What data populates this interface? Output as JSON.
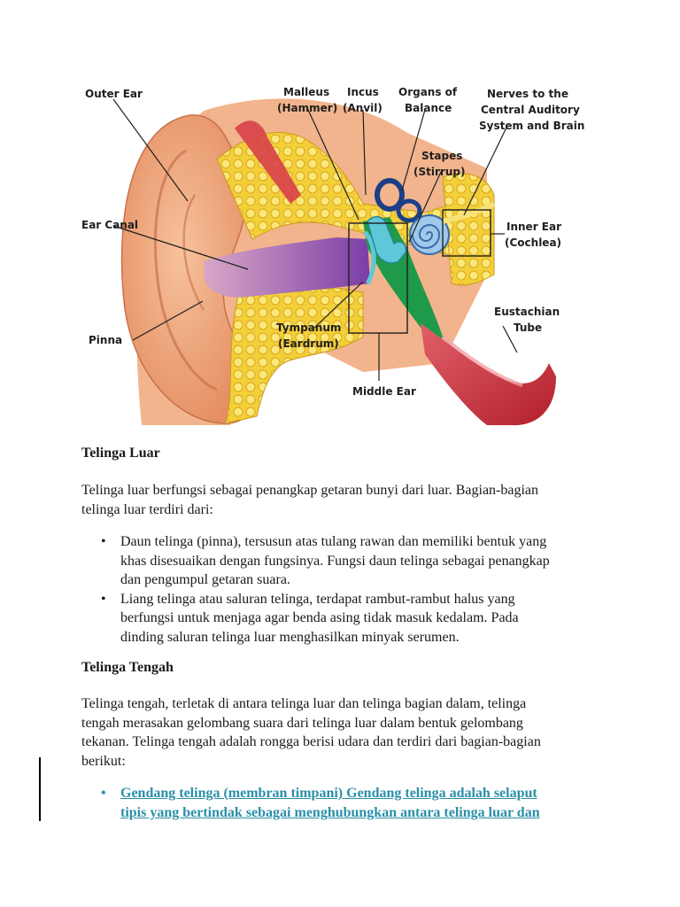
{
  "figure": {
    "labels": {
      "outer_ear": "Outer Ear",
      "malleus": "Malleus",
      "hammer": "(Hammer)",
      "incus": "Incus",
      "anvil": "(Anvil)",
      "organs_of": "Organs of",
      "balance": "Balance",
      "nerves1": "Nerves to the",
      "nerves2": "Central Auditory",
      "nerves3": "System and Brain",
      "stapes": "Stapes",
      "stirrup": "(Stirrup)",
      "ear_canal": "Ear Canal",
      "inner_ear": "Inner Ear",
      "cochlea": "(Cochlea)",
      "eustachian": "Eustachian",
      "tube": "Tube",
      "pinna": "Pinna",
      "tympanum": "Tympanum",
      "eardrum": "(Eardrum)",
      "middle_ear": "Middle Ear"
    }
  },
  "sections": {
    "outer": {
      "title": "Telinga Luar",
      "para_line1": "Telinga luar berfungsi sebagai penangkap getaran bunyi dari luar. Bagian-bagian",
      "para_line2": "telinga luar terdiri dari:",
      "bullets": [
        {
          "line1": "Daun telinga (pinna), tersusun atas tulang rawan dan memiliki bentuk yang",
          "line2": "khas disesuaikan dengan fungsinya. Fungsi daun telinga sebagai penangkap",
          "line3": "dan pengumpul getaran suara."
        },
        {
          "line1": "Liang telinga atau saluran telinga, terdapat rambut-rambut halus yang",
          "line2": "berfungsi untuk menjaga agar benda asing tidak masuk kedalam. Pada",
          "line3": "dinding saluran telinga luar menghasilkan minyak serumen."
        }
      ]
    },
    "middle": {
      "title": "Telinga Tengah",
      "para_line1": "Telinga tengah, terletak di antara telinga luar dan telinga bagian dalam, telinga",
      "para_line2": "tengah merasakan gelombang suara dari telinga luar dalam bentuk gelombang",
      "para_line3": "tekanan. Telinga tengah adalah rongga berisi udara dan terdiri dari bagian-bagian",
      "para_line4": "berikut:",
      "link_bullet": {
        "line1": "Gendang telinga (membran timpani) Gendang telinga adalah selaput",
        "line2": "tipis yang bertindak sebagai menghubungkan antara telinga luar dan"
      }
    }
  },
  "colors": {
    "link": "#2a8fa8",
    "skin": "#f0a57c",
    "bone": "#f5d23c",
    "canal": "#8a4fb0",
    "middle_green": "#1f9a4a",
    "tube_red": "#c8303a"
  }
}
